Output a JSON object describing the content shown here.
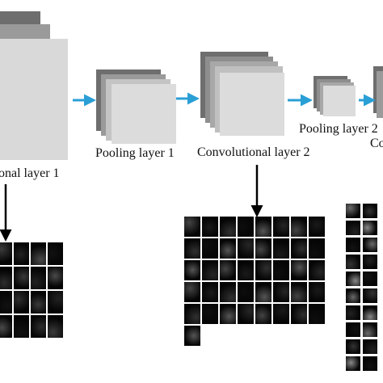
{
  "labels": {
    "conv1": "onal layer 1",
    "pool1": "Pooling layer 1",
    "conv2": "Convolutional layer 2",
    "pool2": "Pooling layer 2",
    "conv3": "Co"
  },
  "colors": {
    "sheet_dark": "#6e6e6e",
    "sheet_mid": "#9a9a9a",
    "sheet_light": "#d9d9d9",
    "flow_arrow": "#2a9fd6",
    "down_arrow": "#000000",
    "map_bg": "#050505",
    "map_border": "#ffffff"
  },
  "feature_maps": {
    "conv1_map": {
      "rows": 4,
      "cols": 4
    },
    "conv2_map": {
      "rows": 6,
      "cols": 8,
      "last_row_cells": 1
    },
    "conv3_map": {
      "rows": 10,
      "cols": 2
    }
  }
}
